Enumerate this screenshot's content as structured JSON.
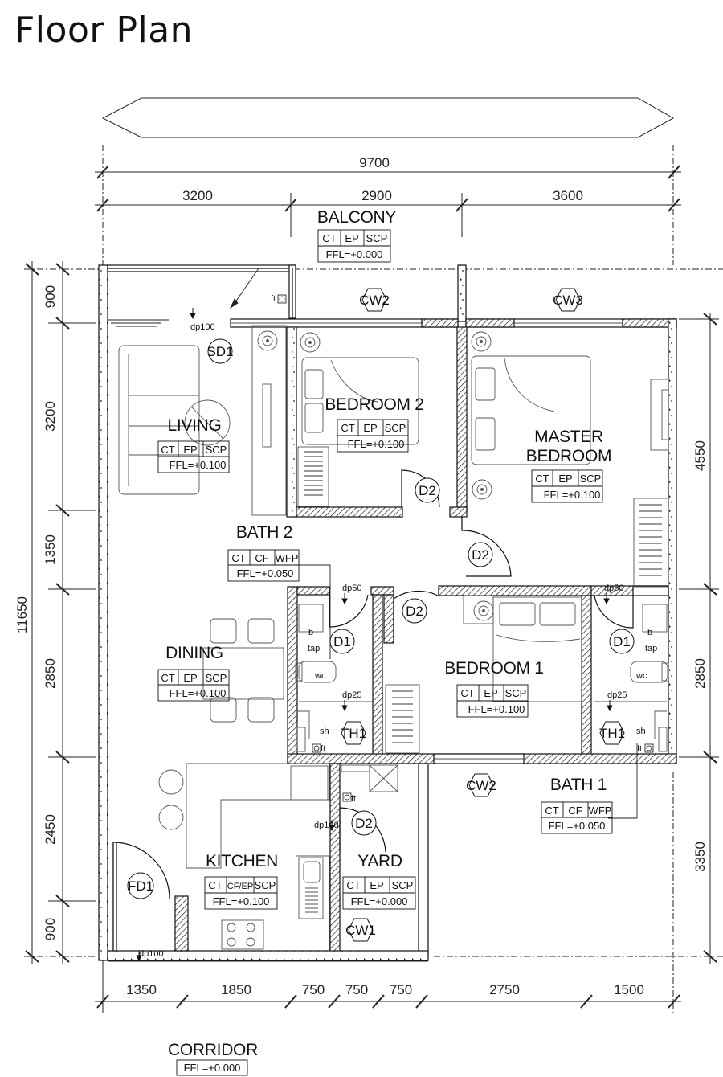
{
  "title": "Floor Plan",
  "dimensions": {
    "total_width": "9700",
    "top_segments": [
      "3200",
      "2900",
      "3600"
    ],
    "bottom_segments": [
      "1350",
      "1850",
      "750",
      "750",
      "750",
      "2750",
      "1500"
    ],
    "total_height": "11650",
    "left_segments": [
      "900",
      "3200",
      "1350",
      "2850",
      "2450",
      "900"
    ],
    "right_segments": [
      "4550",
      "2850",
      "3350"
    ]
  },
  "rooms": {
    "balcony": {
      "name": "BALCONY",
      "finishes": [
        "CT",
        "EP",
        "SCP"
      ],
      "ffl": "FFL=+0.000"
    },
    "living": {
      "name": "LIVING",
      "finishes": [
        "CT",
        "EP",
        "SCP"
      ],
      "ffl": "FFL=+0.100"
    },
    "bedroom2": {
      "name": "BEDROOM 2",
      "finishes": [
        "CT",
        "EP",
        "SCP"
      ],
      "ffl": "FFL=+0.100"
    },
    "master": {
      "name_line1": "MASTER",
      "name_line2": "BEDROOM",
      "finishes": [
        "CT",
        "EP",
        "SCP"
      ],
      "ffl": "FFL=+0.100"
    },
    "bath2": {
      "name": "BATH 2",
      "finishes": [
        "CT",
        "CF",
        "WFP"
      ],
      "ffl": "FFL=+0.050"
    },
    "dining": {
      "name": "DINING",
      "finishes": [
        "CT",
        "EP",
        "SCP"
      ],
      "ffl": "FFL=+0.100"
    },
    "bedroom1": {
      "name": "BEDROOM 1",
      "finishes": [
        "CT",
        "EP",
        "SCP"
      ],
      "ffl": "FFL=+0.100"
    },
    "bath1": {
      "name": "BATH 1",
      "finishes": [
        "CT",
        "CF",
        "WFP"
      ],
      "ffl": "FFL=+0.050"
    },
    "kitchen": {
      "name": "KITCHEN",
      "finishes": [
        "CT",
        "CF/EP",
        "SCP"
      ],
      "ffl": "FFL=+0.100"
    },
    "yard": {
      "name": "YARD",
      "finishes": [
        "CT",
        "EP",
        "SCP"
      ],
      "ffl": "FFL=+0.000"
    },
    "corridor": {
      "name": "CORRIDOR",
      "ffl": "FFL=+0.000"
    }
  },
  "tags": {
    "sd1": "SD1",
    "cw2": "CW2",
    "cw3": "CW3",
    "cw1": "CW1",
    "fd1": "FD1",
    "d1": "D1",
    "d2": "D2",
    "th1": "TH1"
  },
  "labels": {
    "dp100": "dp100",
    "dp50": "dp50",
    "dp25": "dp25",
    "ft": "ft",
    "tap": "tap",
    "wc": "wc",
    "b": "b",
    "sh": "sh"
  }
}
